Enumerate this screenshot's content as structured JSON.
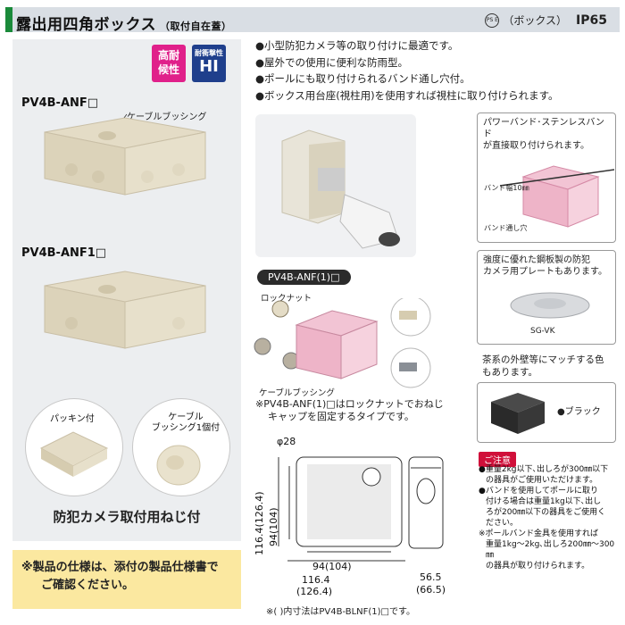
{
  "header": {
    "title": "露出用四角ボックス",
    "subtitle": "（取付自在蓋）",
    "pse_label": "PS E",
    "category": "（ボックス）",
    "rating": "IP65"
  },
  "badges": {
    "weather": [
      "高耐",
      "候性"
    ],
    "impact_top": "耐衝撃性",
    "impact_main": "HI"
  },
  "products": {
    "model1": "PV4B-ANF□",
    "model1_callout": "ケーブルブッシング",
    "model2": "PV4B-ANF1□",
    "packing_label": "パッキン付",
    "bushing_label": [
      "ケーブル",
      "ブッシング1個付"
    ],
    "feature_caption": "防犯カメラ取付用ねじ付"
  },
  "note": [
    "※製品の仕様は、添付の製品仕様書で",
    "ご確認ください。"
  ],
  "bullets": [
    "●小型防犯カメラ等の取り付けに最適です。",
    "●屋外での使用に便利な防雨型。",
    "●ポールにも取り付けられるバンド通し穴付。",
    "●ボックス用台座(視柱用)を使用すれば視柱に取り付けられます。"
  ],
  "band_box": {
    "text": [
      "パワーバンド･ステンレスバンド",
      "が直接取り付けられます。"
    ],
    "band_width": "バンド幅10㎜",
    "band_hole": "バンド通し穴"
  },
  "plate_box": {
    "text": [
      "強度に優れた鋼板製の防犯",
      "カメラ用プレートもあります。"
    ],
    "model": "SG-VK"
  },
  "color_note": [
    "茶系の外壁等にマッチする色",
    "もあります。"
  ],
  "black_label": "●ブラック",
  "exploded": {
    "model_pill": "PV4B-ANF(1)□",
    "locknut": "ロックナット",
    "bushing": "ケーブルブッシング",
    "desc": [
      "※PV4B-ANF(1)□はロックナットでおねじ",
      "キャップを固定するタイプです。"
    ]
  },
  "caution": {
    "tag": "ご注意",
    "lines": [
      "●重量2kg以下､出しろが300㎜以下",
      "の器具がご使用いただけます。",
      "●バンドを使用してポールに取り",
      "付ける場合は重量1kg以下､出し",
      "ろが200㎜以下の器具をご使用く",
      "ださい。",
      "※ポールバンド金具を使用すれば",
      "重量1kg〜2kg､出しろ200㎜〜300㎜",
      "の器具が取り付けられます。"
    ]
  },
  "dimensions": {
    "phi": "φ28",
    "h_outer": "116.4(126.4)",
    "h_inner": "94(104)",
    "w_inner": "94(104)",
    "w_outer_a": "116.4",
    "w_outer_b": "(126.4)",
    "depth_a": "56.5",
    "depth_b": "(66.5)",
    "footnote": "※( )内寸法はPV4B-BLNF(1)□です。"
  },
  "colors": {
    "accent_green": "#1a8a3a",
    "badge_pink": "#e0208a",
    "badge_navy": "#1f3f8c",
    "note_yellow": "#fbe8a0",
    "caution_red": "#d0103a"
  }
}
